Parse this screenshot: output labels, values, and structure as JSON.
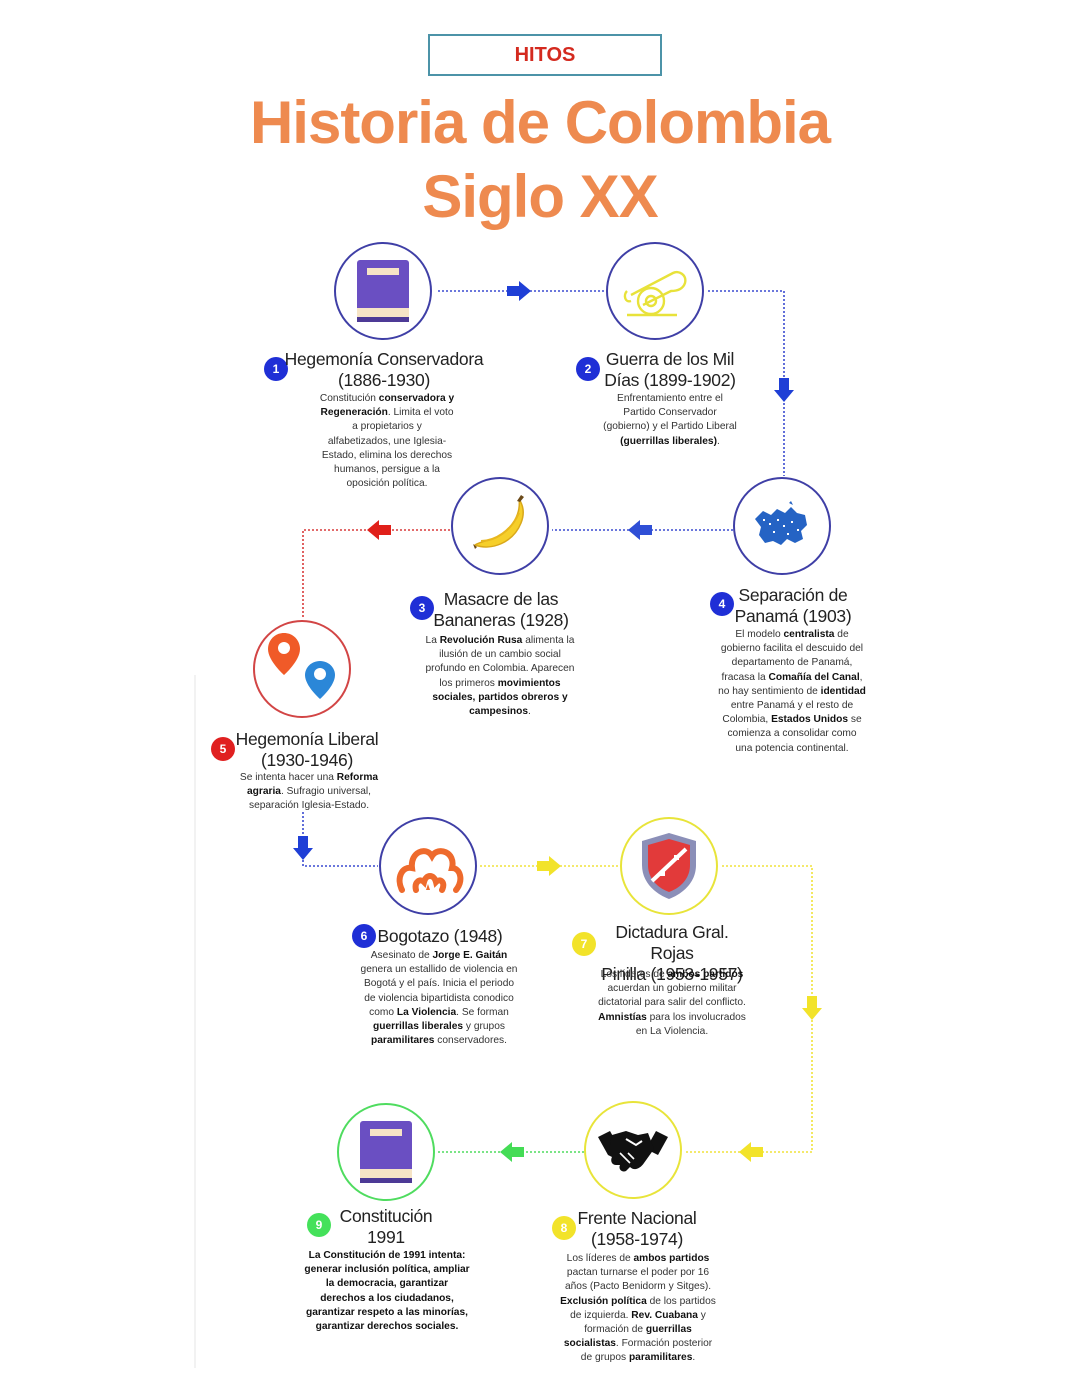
{
  "header": {
    "badge": "HITOS",
    "title_line1": "Historia de Colombia",
    "title_line2": "Siglo XX"
  },
  "colors": {
    "title": "#ee8a4f",
    "badge_text": "#d42a1f",
    "blue": "#1f2fd6",
    "red": "#d6231f",
    "yellow": "#f2e32a",
    "green": "#44e15a"
  },
  "events": [
    {
      "number": "1",
      "title_line1": "Hegemonía Conservadora",
      "title_line2": "(1886-1930)",
      "icon": "book-icon",
      "desc": [
        [
          {
            "t": "Constitución "
          },
          {
            "t": "conservadora y",
            "b": true
          }
        ],
        [
          {
            "t": "Regeneración",
            "b": true
          },
          {
            "t": ". Limita el voto"
          }
        ],
        [
          {
            "t": "a propietarios y"
          }
        ],
        [
          {
            "t": "alfabetizados, une Iglesia-"
          }
        ],
        [
          {
            "t": "Estado, elimina los derechos"
          }
        ],
        [
          {
            "t": "humanos, persigue a la"
          }
        ],
        [
          {
            "t": "oposición política."
          }
        ]
      ]
    },
    {
      "number": "2",
      "title_line1": "Guerra de los Mil",
      "title_line2": "Días (1899-1902)",
      "icon": "cannon-icon",
      "desc": [
        [
          {
            "t": "Enfrentamiento entre el"
          }
        ],
        [
          {
            "t": "Partido Conservador"
          }
        ],
        [
          {
            "t": "(gobierno) y el Partido Liberal"
          }
        ],
        [
          {
            "t": "(guerrillas liberales)",
            "b": true
          },
          {
            "t": "."
          }
        ]
      ]
    },
    {
      "number": "3",
      "title_line1": "Masacre de las",
      "title_line2": "Bananeras (1928)",
      "icon": "banana-icon",
      "desc": [
        [
          {
            "t": "La "
          },
          {
            "t": "Revolución Rusa",
            "b": true
          },
          {
            "t": " alimenta la"
          }
        ],
        [
          {
            "t": "ilusión de un cambio social"
          }
        ],
        [
          {
            "t": "profundo en Colombia. Aparecen"
          }
        ],
        [
          {
            "t": "los primeros "
          },
          {
            "t": "movimientos",
            "b": true
          }
        ],
        [
          {
            "t": "sociales, partidos obreros y",
            "b": true
          }
        ],
        [
          {
            "t": "campesinos",
            "b": true
          },
          {
            "t": "."
          }
        ]
      ]
    },
    {
      "number": "4",
      "title_line1": "Separación de",
      "title_line2": "Panamá (1903)",
      "icon": "map-icon",
      "desc": [
        [
          {
            "t": "El modelo "
          },
          {
            "t": "centralista",
            "b": true
          },
          {
            "t": " de"
          }
        ],
        [
          {
            "t": "gobierno facilita el descuido del"
          }
        ],
        [
          {
            "t": "departamento de Panamá,"
          }
        ],
        [
          {
            "t": "fracasa la "
          },
          {
            "t": "Comañía del Canal",
            "b": true
          },
          {
            "t": ","
          }
        ],
        [
          {
            "t": "no hay sentimiento de "
          },
          {
            "t": "identidad",
            "b": true
          }
        ],
        [
          {
            "t": "entre Panamá y el resto de"
          }
        ],
        [
          {
            "t": "Colombia, "
          },
          {
            "t": "Estados Unidos",
            "b": true
          },
          {
            "t": " se"
          }
        ],
        [
          {
            "t": "comienza a consolidar como"
          }
        ],
        [
          {
            "t": "una potencia continental."
          }
        ]
      ]
    },
    {
      "number": "5",
      "title_line1": "Hegemonía Liberal",
      "title_line2": "(1930-1946)",
      "icon": "map-pin-icon",
      "desc": [
        [
          {
            "t": "Se intenta hacer una "
          },
          {
            "t": "Reforma",
            "b": true
          }
        ],
        [
          {
            "t": "agraria",
            "b": true
          },
          {
            "t": ". Sufragio universal,"
          }
        ],
        [
          {
            "t": "separación Iglesia-Estado."
          }
        ]
      ]
    },
    {
      "number": "6",
      "title_line1": "Bogotazo (1948)",
      "title_line2": "",
      "icon": "explosion-icon",
      "desc": [
        [
          {
            "t": "Asesinato de "
          },
          {
            "t": "Jorge E. Gaitán",
            "b": true
          }
        ],
        [
          {
            "t": "genera un estallido de violencia en"
          }
        ],
        [
          {
            "t": "Bogotá y el país. Inicia el periodo"
          }
        ],
        [
          {
            "t": "de violencia bipartidista conodico"
          }
        ],
        [
          {
            "t": "como "
          },
          {
            "t": "La Violencia",
            "b": true
          },
          {
            "t": ". Se forman"
          }
        ],
        [
          {
            "t": "guerrillas liberales",
            "b": true
          },
          {
            "t": " y grupos"
          }
        ],
        [
          {
            "t": "paramilitares",
            "b": true
          },
          {
            "t": " conservadores."
          }
        ]
      ]
    },
    {
      "number": "7",
      "title_line1": "Dictadura Gral. Rojas",
      "title_line2": "Pinilla (1953-1957)",
      "icon": "shield-icon",
      "desc": [
        [
          {
            "t": "Los líderes de "
          },
          {
            "t": "ambos partidos",
            "b": true
          }
        ],
        [
          {
            "t": "acuerdan un gobierno militar"
          }
        ],
        [
          {
            "t": "dictatorial para salir del conflicto."
          }
        ],
        [
          {
            "t": "Amnistías",
            "b": true
          },
          {
            "t": " para los involucrados"
          }
        ],
        [
          {
            "t": "en La Violencia."
          }
        ]
      ]
    },
    {
      "number": "8",
      "title_line1": "Frente Nacional",
      "title_line2": "(1958-1974)",
      "icon": "handshake-icon",
      "desc": [
        [
          {
            "t": "Los líderes de "
          },
          {
            "t": "ambos partidos",
            "b": true
          }
        ],
        [
          {
            "t": "pactan turnarse el poder por 16"
          }
        ],
        [
          {
            "t": "años (Pacto Benidorm y Sitges)."
          }
        ],
        [
          {
            "t": "Exclusión política",
            "b": true
          },
          {
            "t": " de los partidos"
          }
        ],
        [
          {
            "t": "de izquierda. "
          },
          {
            "t": "Rev. Cuabana",
            "b": true
          },
          {
            "t": " y"
          }
        ],
        [
          {
            "t": "formación de "
          },
          {
            "t": "guerrillas",
            "b": true
          }
        ],
        [
          {
            "t": "socialistas",
            "b": true
          },
          {
            "t": ". Formación posterior"
          }
        ],
        [
          {
            "t": "de grupos "
          },
          {
            "t": "paramilitares",
            "b": true
          },
          {
            "t": "."
          }
        ]
      ]
    },
    {
      "number": "9",
      "title_line1": "Constitución",
      "title_line2": "1991",
      "icon": "book-icon",
      "desc": [
        [
          {
            "t": "La Constitución de 1991 intenta:",
            "b": true
          }
        ],
        [
          {
            "t": "generar inclusión política, ampliar",
            "b": true
          }
        ],
        [
          {
            "t": "la democracia, garantizar",
            "b": true
          }
        ],
        [
          {
            "t": "derechos a los ciudadanos,",
            "b": true
          }
        ],
        [
          {
            "t": "garantizar respeto a las minorías,",
            "b": true
          }
        ],
        [
          {
            "t": "garantizar derechos sociales.",
            "b": true
          }
        ]
      ]
    }
  ]
}
